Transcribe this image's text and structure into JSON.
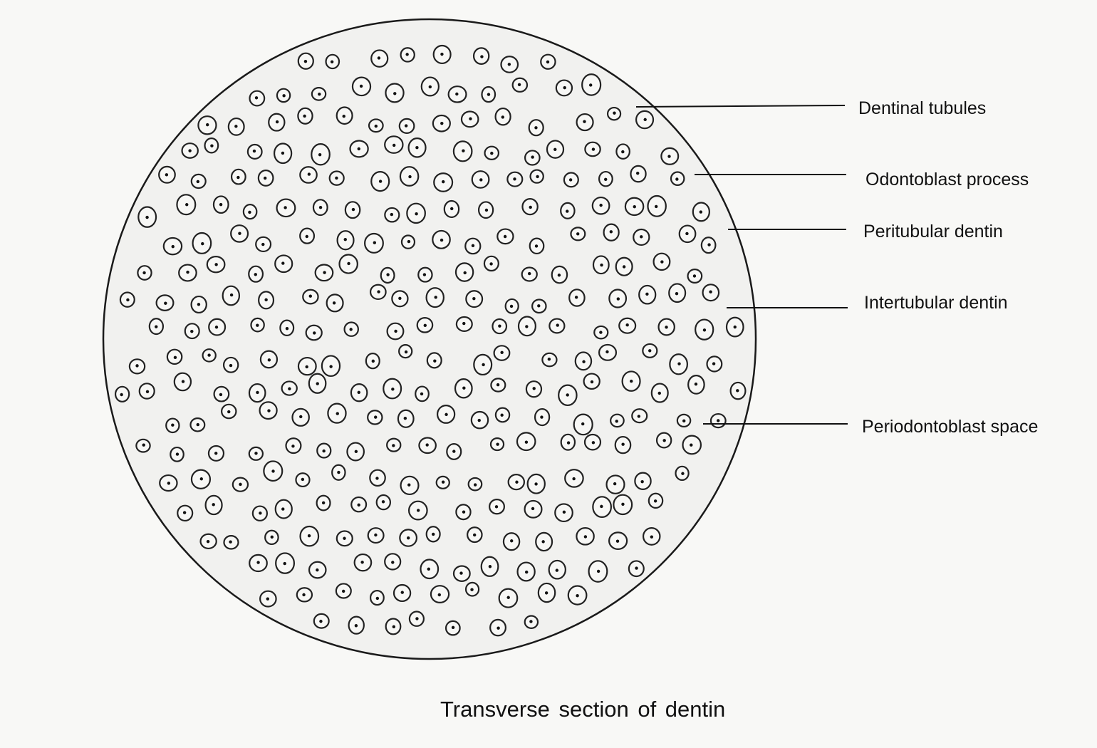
{
  "labels": {
    "dentinal_tubules": "Dentinal tubules",
    "odontoblast_process": "Odontoblast process",
    "peritubular_dentin": "Peritubular dentin",
    "intertubular_dentin": "Intertubular dentin",
    "periodontoblast_space": "Periodontoblast space"
  },
  "caption": "Transverse section of dentin",
  "colors": {
    "ink": "#1a1a1a",
    "section_fill": "#f0f0ee",
    "paper": "#f8f8f6"
  }
}
